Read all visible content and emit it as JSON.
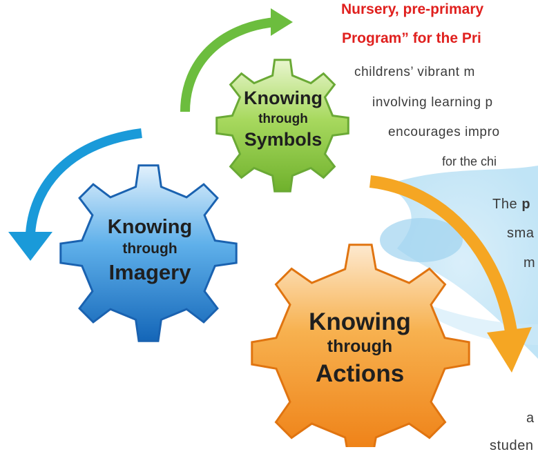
{
  "gears": [
    {
      "id": "symbols",
      "line1": "Knowing",
      "line2": "through",
      "line3": "Symbols",
      "color": "#7cbf3a"
    },
    {
      "id": "imagery",
      "line1": "Knowing",
      "line2": "through",
      "line3": "Imagery",
      "color": "#1f74c4"
    },
    {
      "id": "actions",
      "line1": "Knowing",
      "line2": "through",
      "line3": "Actions",
      "color": "#f18a1c"
    }
  ],
  "text": {
    "heading_line1": "Nursery,   pre-primary",
    "heading_line2": "Program” for the Pri",
    "line1": "childrens’ vibrant m",
    "line2": "involving learning p",
    "line3": "encourages impro",
    "line4": "for the chi",
    "line5_pre": "The ",
    "line5_bold": "p",
    "line6": "sma",
    "line7": "m",
    "line8": "a",
    "line9": "studen"
  },
  "colors": {
    "heading": "#e0201e",
    "body_text": "#3a3a3a",
    "arrow_green": "#6cbd3e",
    "arrow_blue": "#1a9ad9",
    "arrow_orange": "#f5a623",
    "swoosh": "#bfe3f5"
  }
}
